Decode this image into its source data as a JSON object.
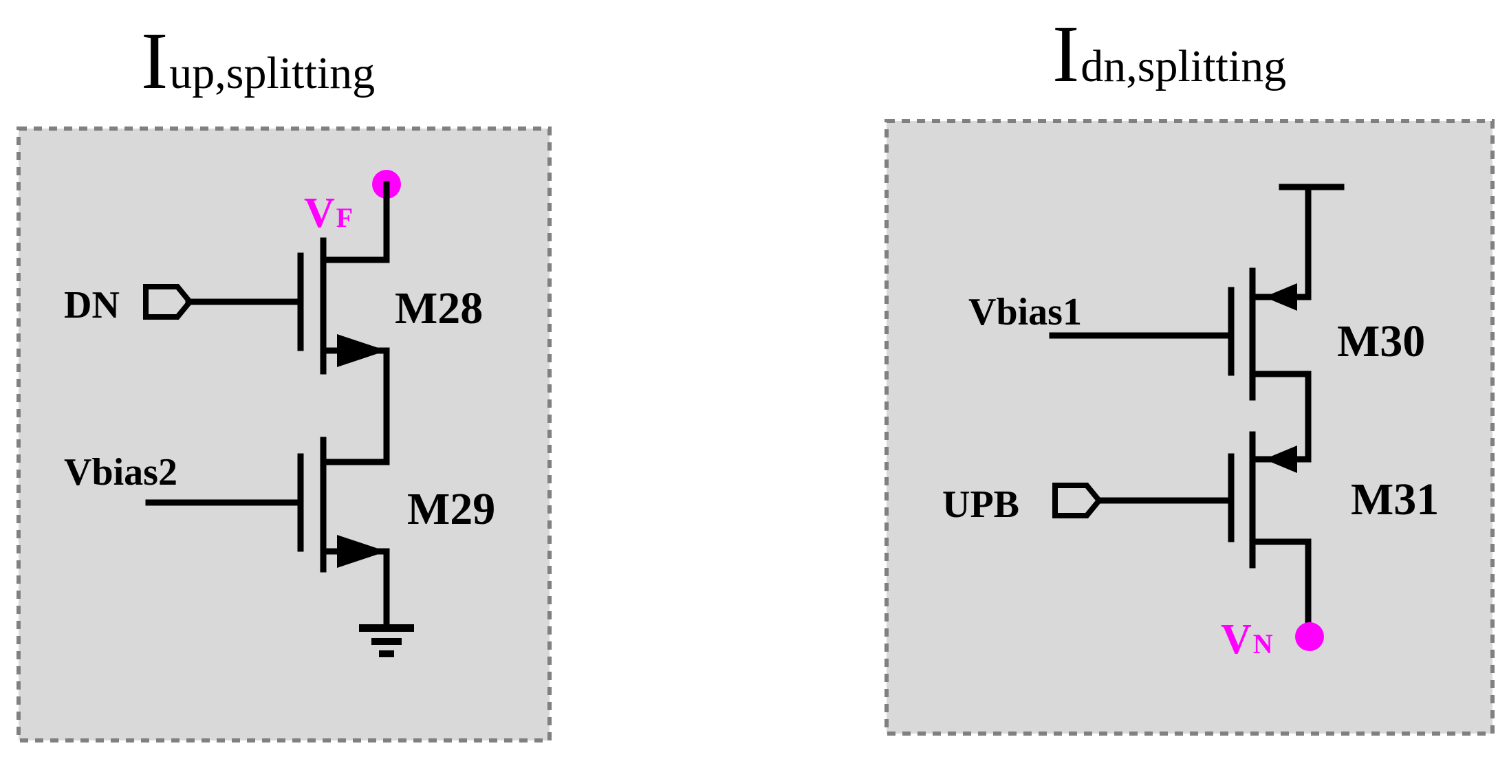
{
  "colors": {
    "node": "#ff00ff",
    "panel": "#d9d9d9",
    "panel_border": "#808080",
    "wire": "#000000"
  },
  "left_panel": {
    "title_main": "I",
    "title_sub": "up,splitting",
    "node_main": "V",
    "node_sub": "F",
    "input_dn": "DN",
    "input_bias": "Vbias2",
    "top_device": "M28",
    "bottom_device": "M29",
    "ground_symbol": "ground-icon"
  },
  "right_panel": {
    "title_main": "I",
    "title_sub": "dn,splitting",
    "node_main": "V",
    "node_sub": "N",
    "input_bias": "Vbias1",
    "input_upb": "UPB",
    "top_device": "M30",
    "bottom_device": "M31",
    "supply_symbol": "vdd-icon"
  }
}
